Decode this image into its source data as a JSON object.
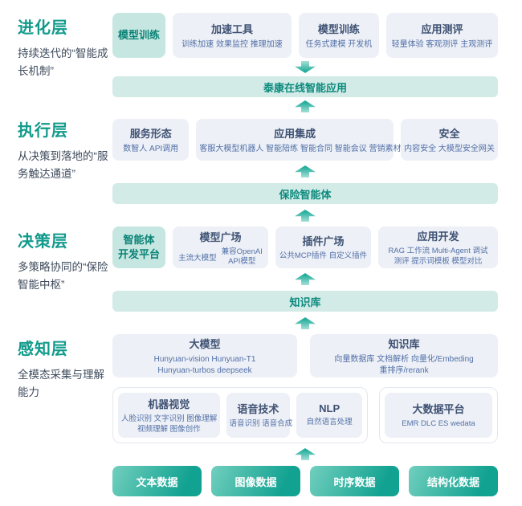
{
  "colors": {
    "layer_green": "#119a8b",
    "box_bg": "#edf0f6",
    "box_title": "#3e5173",
    "box_sub": "#5270a8",
    "band_bg": "#d2ebe7",
    "band_text": "#0c8a7d",
    "tag_bg": "#c6e7e1",
    "data_btn_gradient": [
      "#72cfbe",
      "#12a291"
    ],
    "arrow_teal": "#23ad9c"
  },
  "evolution": {
    "layer_title": "进化层",
    "layer_subtitle": "持续迭代的“智能成长机制”",
    "tag": "模型训练",
    "boxes": [
      {
        "title": "加速工具",
        "sub": "训练加速 效果监控 推理加速"
      },
      {
        "title": "模型训练",
        "sub": "任务式建模 开发机"
      },
      {
        "title": "应用测评",
        "sub": "轻量体验 客观测评 主观测评"
      }
    ]
  },
  "band_app": "泰康在线智能应用",
  "execution": {
    "layer_title": "执行层",
    "layer_subtitle": "从决策到落地的“服务触达通道”",
    "boxes": [
      {
        "title": "服务形态",
        "sub": "数智人 API调用"
      },
      {
        "title": "应用集成",
        "sub": "客服大模型机器人 智能陪练 智能合同 智能会议 营销素材"
      },
      {
        "title": "安全",
        "sub": "内容安全 大模型安全网关"
      }
    ]
  },
  "band_agent": "保险智能体",
  "decision": {
    "layer_title": "决策层",
    "layer_subtitle": "多策略协同的“保险智能中枢”",
    "tag_line1": "智能体",
    "tag_line2": "开发平台",
    "model_plaza": {
      "title": "模型广场",
      "sub1": "主流大模型",
      "sub2_line1": "兼容OpenAI",
      "sub2_line2": "API模型"
    },
    "plugin_plaza": {
      "title": "插件广场",
      "sub": "公共MCP插件 自定义插件"
    },
    "app_dev": {
      "title": "应用开发",
      "sub_line1": "RAG 工作流 Multi-Agent 调试",
      "sub_line2": "测评 提示词模板 模型对比"
    }
  },
  "band_kb": "知识库",
  "perception": {
    "layer_title": "感知层",
    "layer_subtitle": "全模态采集与理解能力",
    "llm": {
      "title": "大模型",
      "sub_line1": "Hunyuan-vision Hunyuan-T1",
      "sub_line2": "Hunyuan-turbos deepseek"
    },
    "kb": {
      "title": "知识库",
      "sub_line1": "向量数据库 文档解析 向量化/Embeding",
      "sub_line2": "重排序/rerank"
    },
    "cv": {
      "title": "机器视觉",
      "sub_line1": "人脸识别 文字识别 图像理解",
      "sub_line2": "视频理解 图像创作"
    },
    "speech": {
      "title": "语音技术",
      "sub": "语音识别 语音合成"
    },
    "nlp": {
      "title": "NLP",
      "sub": "自然语言处理"
    },
    "bigdata": {
      "title": "大数据平台",
      "sub": "EMR DLC ES wedata"
    }
  },
  "data_sources": [
    "文本数据",
    "图像数据",
    "时序数据",
    "结构化数据"
  ]
}
